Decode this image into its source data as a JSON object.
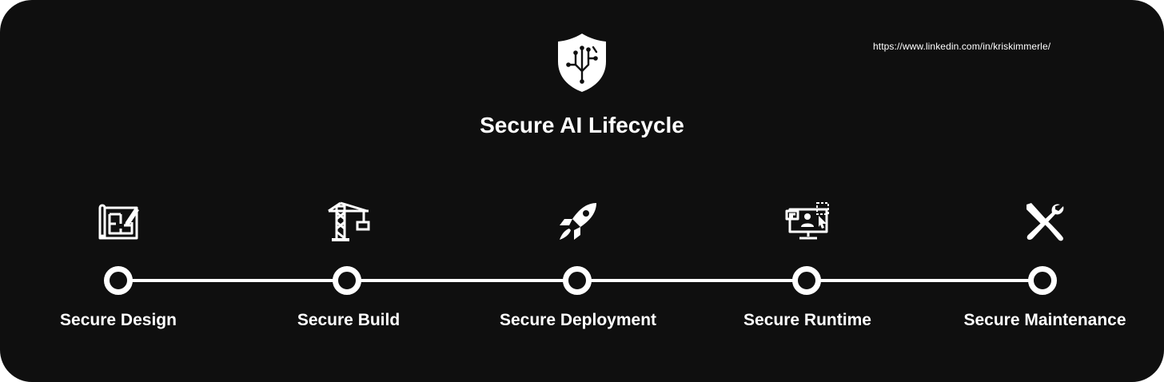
{
  "header": {
    "title": "Secure AI Lifecycle",
    "url": "https://www.linkedin.com/in/kriskimmerle/",
    "logo_icon": "shield-circuit-icon"
  },
  "stages": [
    {
      "label": "Secure Design",
      "icon": "blueprint-pencil-icon"
    },
    {
      "label": "Secure Build",
      "icon": "construction-crane-icon"
    },
    {
      "label": "Secure Deployment",
      "icon": "rocket-icon"
    },
    {
      "label": "Secure Runtime",
      "icon": "monitor-user-icon"
    },
    {
      "label": "Secure Maintenance",
      "icon": "screwdriver-wrench-icon"
    }
  ],
  "colors": {
    "background": "#0f0f0f",
    "foreground": "#ffffff"
  }
}
